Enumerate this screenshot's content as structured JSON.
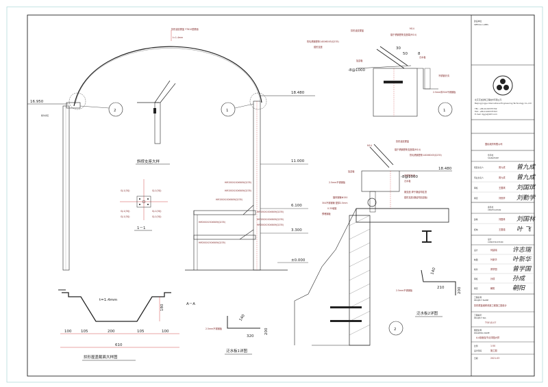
{
  "drawing": {
    "arch": {
      "top_label": "拱形波纹屋盖 YT610型屋面",
      "thickness": "t=1.4mm",
      "elev_left": "16.950",
      "elev_right": "18.480",
      "gutter_label": "檐沟详见",
      "detail_marker_left": "2",
      "detail_marker_right": "1",
      "support_title": "斜撑支座大样"
    },
    "elevations": [
      "11.000",
      "6.100",
      "3.300",
      "±0.000"
    ],
    "section_title": "A－A",
    "section_1_1": "1－1",
    "tags_right_column": [
      "HM150X100X6X9(Q235)",
      "HM150X100X6X9(Q235)",
      "HM150X100X6X9(Q235)",
      "HM150X100X6X9(Q235)",
      "HM150X100X6X9(Q235)"
    ],
    "tags_right_beam": [
      "HM200X150X6X9(Q235)",
      "HM200X150X6X9(Q235)",
      "HM200X150X6X9(Q235)"
    ],
    "node_tags": [
      "GJ-1(3Q)",
      "GJ-1(3Q)",
      "GJ-1(3Q)",
      "GJ-1(3Q)",
      "GJ-1(3Q)",
      "GJ-1(3Q)"
    ],
    "profile": {
      "thickness": "t=1.4mm",
      "height": "180",
      "dims": [
        "100",
        "105",
        "200",
        "105",
        "100"
      ],
      "total": "610",
      "title": "拱形屋盖截面大样图"
    },
    "flashing1": {
      "label": "2.5mm不锈钢板",
      "dims": [
        "140",
        "320",
        "200"
      ],
      "title": "泛水板1详图"
    },
    "flashing2": {
      "label": "2.5mm不锈钢板",
      "dims": [
        "140",
        "210",
        "200"
      ],
      "title": "泛水板2详图",
      "marker": "2"
    },
    "detail1": {
      "tags": [
        "拱形波纹屋盖",
        "M14",
        "锚于槽钢檩条支座端(M14)",
        "热轧槽钢檩条140X60X5(Q235)",
        "弧形支座",
        "加劲板",
        "泛水板",
        "不锈钢天沟",
        "2.5mm厚304不锈钢板"
      ],
      "angles": [
        "30",
        "50",
        "8"
      ],
      "elev": "-8@1000",
      "marker": "1"
    },
    "detail2": {
      "tags": [
        "M14",
        "拱形波纹屋盖",
        "锚于槽钢檩条支座端(M14)",
        "热轧槽钢檩条140X60X5(Q235)",
        "加劲板",
        "不锈钢天沟",
        "2.5mm不锈钢板",
        "泛水板",
        "钢支座 焊于钢结构柱顶",
        "弧形支座(钢结构加劲板)",
        "镀锌钢管Φ150",
        "304不锈钢管 壁厚2.5mm",
        "0.35坡度",
        "预埋钢板",
        "-8@1000"
      ],
      "elev": "18.480"
    }
  },
  "title_block": {
    "top_labels": [
      "建设单位",
      "SPECIAL LABEL"
    ],
    "company_cn": "北京京冶建筑工程技术有限公司",
    "company_en": "Beijing Jingye International Engineering Technology Co.,Ltd",
    "contact": [
      "TEL: +86-10-82375702",
      "FAX: +86-10-82375703",
      "E-mail: bjjyjs@163.com"
    ],
    "client": "国民政府有限公司",
    "sign_header": "签字栏",
    "sign_header_en": "SIGNATURE",
    "sign_rows": [
      {
        "role": "项目负责人",
        "name": "曾九成",
        "sig": "曾九成"
      },
      {
        "role": "专业负责人",
        "name": "曾九成",
        "sig": "曾九成"
      },
      {
        "role": "审核",
        "name": "王国琪",
        "sig": "刘国琪"
      },
      {
        "role": "审定",
        "name": "刘勤学",
        "sig": "刘勤学"
      }
    ],
    "verify_header": "会签栏",
    "verify_header_en": "VERIFICATION",
    "verify_rows": [
      {
        "role": "建筑",
        "name": "刘国林",
        "sig": "刘国林"
      },
      {
        "role": "结构",
        "name": "王国强",
        "sig": "叶 飞"
      }
    ],
    "design_header": "设计",
    "design_header_en": "CONSTRUCTION",
    "design_rows": [
      {
        "role": "设计",
        "name": "何建瑞",
        "sig": "许志瑞"
      },
      {
        "role": "制图",
        "name": "叶新华",
        "sig": "叶新华"
      },
      {
        "role": "校对",
        "name": "曾学国",
        "sig": "曾学国"
      },
      {
        "role": "审核",
        "name": "孙成",
        "sig": "孙成"
      },
      {
        "role": "审定",
        "name": "朝阳",
        "sig": "朝阳"
      }
    ],
    "project_name_label": "工程名称",
    "project_name_en": "PROJECT NAME",
    "project_name": "拱形屋盖维修改造工程施工图设计",
    "drawing_no_label": "工程编号",
    "drawing_no_en": "PROJECT NO.",
    "drawing_no": "TYJY-JG-07",
    "drawing_name_label": "图纸名称",
    "drawing_name_en": "DRAWING NAME",
    "drawing_name": "A-A剖面及节点详图大样",
    "scale_label": "比例",
    "scale": "1:50",
    "stage_label": "设计阶段",
    "stage": "施工图",
    "date_label": "日期",
    "date": "2021.03"
  },
  "colors": {
    "line": "#1a1a1a",
    "dim": "#c81e1e",
    "tag": "#7a1d1d",
    "hatch": "#555555",
    "frame": "#008080"
  }
}
